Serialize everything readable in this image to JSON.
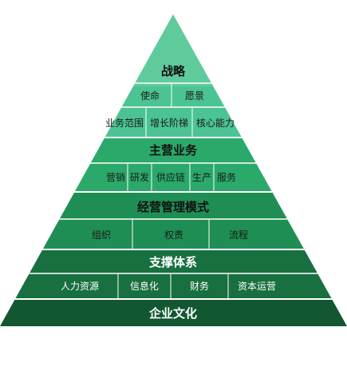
{
  "colors": {
    "tier_strategy": "#3fc08e",
    "tier_strategy_light": "#7fd9b1",
    "tier_business": "#27a866",
    "tier_management": "#1e8c52",
    "tier_support": "#176b3e",
    "tier_culture": "#115430",
    "divider": "#ffffff"
  },
  "pyramid": {
    "strategy": {
      "title": "战略",
      "row1": [
        "使命",
        "愿景"
      ],
      "row2": [
        "业务范围",
        "增长阶梯",
        "核心能力"
      ]
    },
    "business": {
      "title": "主营业务",
      "items": [
        "营销",
        "研发",
        "供应链",
        "生产",
        "服务"
      ]
    },
    "management": {
      "title": "经营管理模式",
      "items": [
        "组织",
        "权责",
        "流程"
      ]
    },
    "support": {
      "title": "支撑体系",
      "items": [
        "人力资源",
        "信息化",
        "财务",
        "资本运营"
      ]
    },
    "culture": {
      "title": "企业文化"
    }
  }
}
